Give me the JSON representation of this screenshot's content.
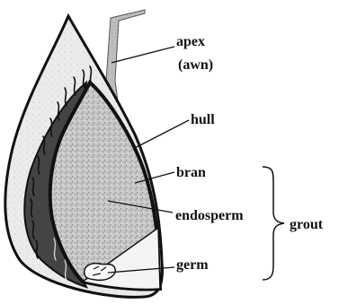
{
  "labels": {
    "apex": "apex",
    "awn": "(awn)",
    "hull": "hull",
    "bran": "bran",
    "endosperm": "endosperm",
    "germ": "germ",
    "grout": "grout"
  },
  "colors": {
    "hull_fill": "#e9e9e9",
    "awn_fill": "#b5b5b5",
    "bran_dark": "#3f3f3f",
    "endosperm_fill": "#c6c6c6",
    "germ_fill": "#f5f5f5",
    "outline": "#111111"
  }
}
